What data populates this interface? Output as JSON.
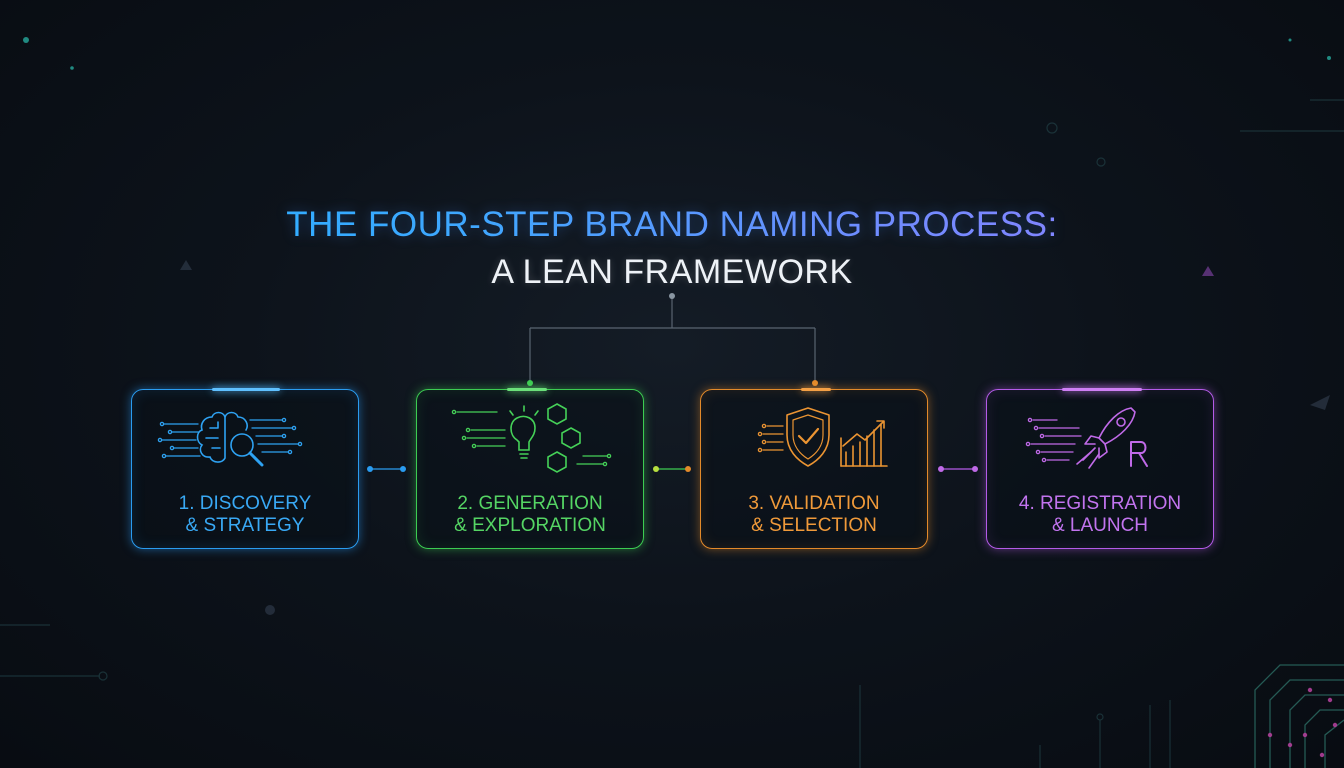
{
  "title": {
    "line1": "THE FOUR-STEP BRAND NAMING PROCESS:",
    "line2": "A LEAN FRAMEWORK"
  },
  "steps": [
    {
      "line1": "1. DISCOVERY",
      "line2": "& STRATEGY",
      "color": "#2a9cf0",
      "icon": "brain-magnifier-icon"
    },
    {
      "line1": "2. GENERATION",
      "line2": "& EXPLORATION",
      "color": "#3ccc52",
      "icon": "lightbulb-hexagons-icon"
    },
    {
      "line1": "3. VALIDATION",
      "line2": "& SELECTION",
      "color": "#e38a2a",
      "icon": "shield-chart-icon"
    },
    {
      "line1": "4. REGISTRATION",
      "line2": "& LAUNCH",
      "color": "#b45be8",
      "icon": "rocket-registered-icon"
    }
  ],
  "colors": {
    "background": "#0b1118",
    "title_gradient_start": "#1fb4ff",
    "title_gradient_end": "#9b7cff",
    "connector": "#5a6470"
  }
}
